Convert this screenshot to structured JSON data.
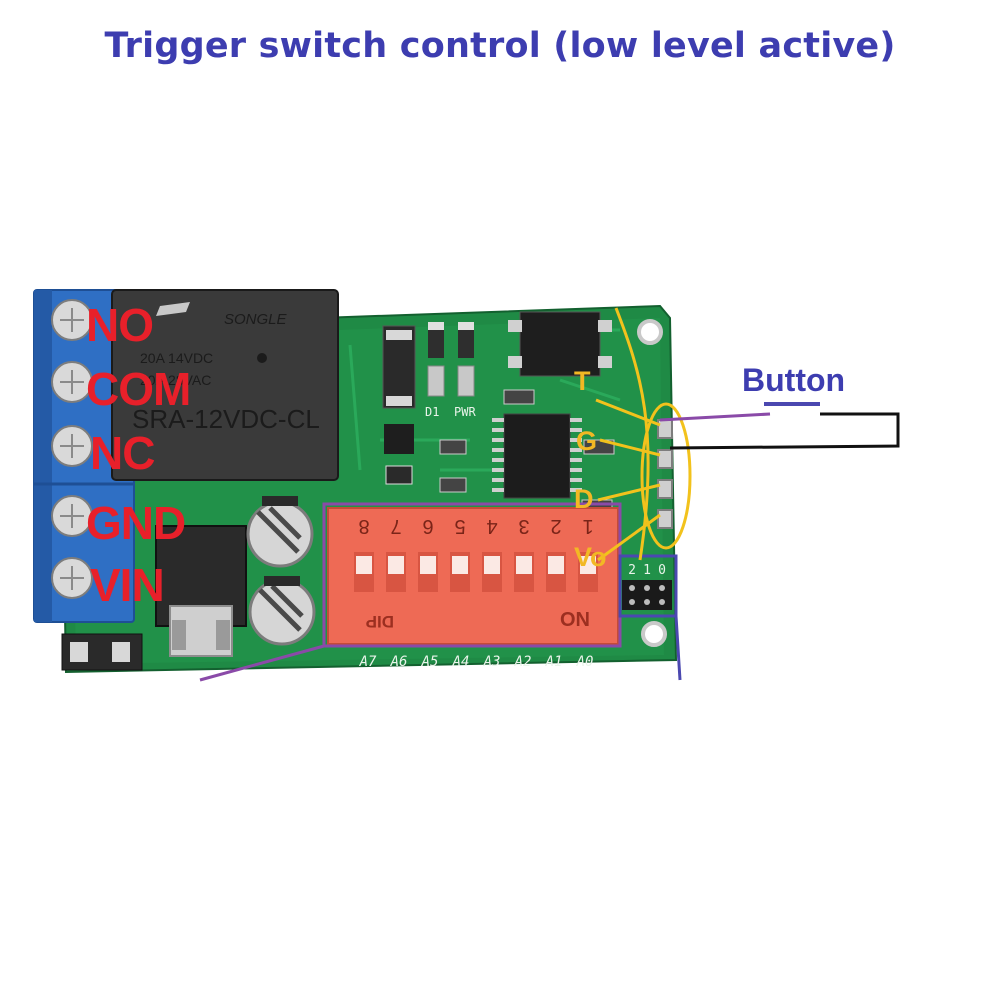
{
  "title": "Trigger switch control (low level active)",
  "terminals": [
    "NO",
    "COM",
    "NC",
    "GND",
    "VIN"
  ],
  "signal_pins": [
    "T",
    "G",
    "D",
    "Vo"
  ],
  "button_label": "Button",
  "relay": {
    "brand": "SONGLE",
    "rating1": "20A 14VDC",
    "rating2": "20A 28VAC",
    "model": "SRA-12VDC-CL"
  },
  "dip": {
    "label": "DIP",
    "on_label": "ON",
    "switch_numbers": [
      "8",
      "7",
      "6",
      "5",
      "4",
      "3",
      "2",
      "1"
    ],
    "address_labels": [
      "A7",
      "A6",
      "A5",
      "A4",
      "A3",
      "A2",
      "A1",
      "A0"
    ]
  },
  "silkscreen": {
    "led1": "D1",
    "led2": "PWR",
    "header_numbers": [
      "2",
      "1",
      "0"
    ]
  },
  "colors": {
    "title": "#3d3db0",
    "terminal_labels": "#e8202a",
    "pin_labels": "#f2b824",
    "board": "#1f8a45",
    "terminal_block": "#2f6fc4",
    "dip_body": "#ee6a55",
    "highlight_box": "#8a4aa8",
    "ellipse": "#f2c21c",
    "button_wire": "#8a4aa8"
  }
}
